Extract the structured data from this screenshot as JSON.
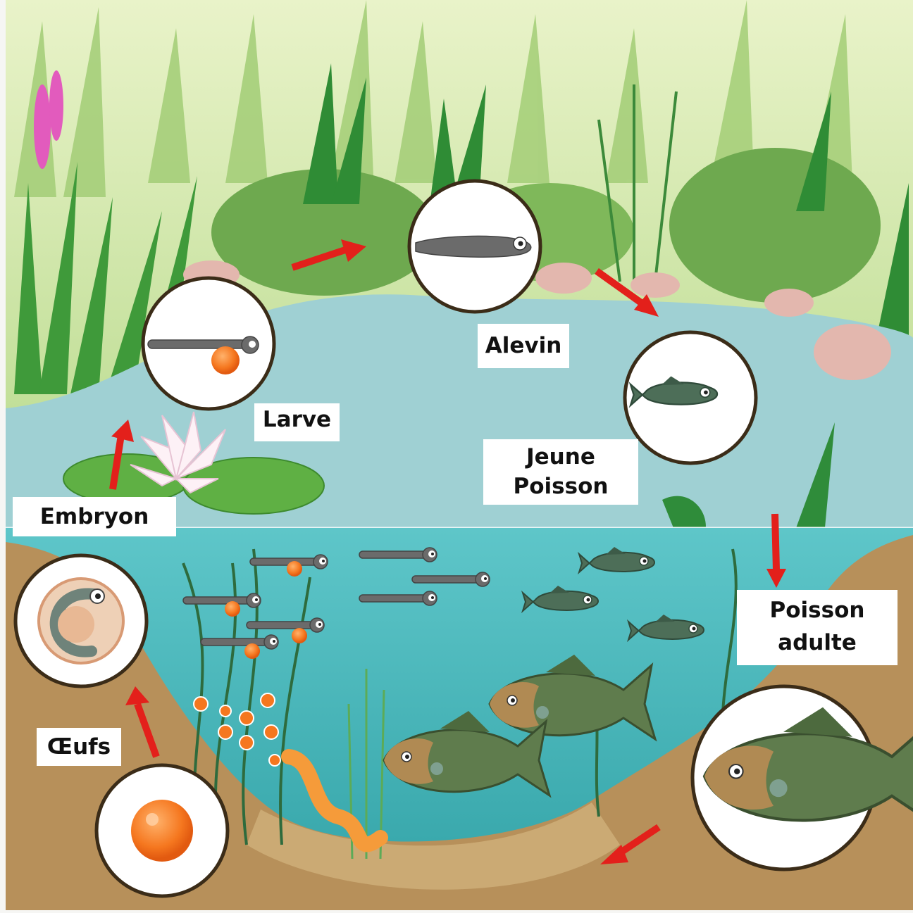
{
  "diagram": {
    "stages": [
      {
        "id": "oeufs",
        "label": "Œufs"
      },
      {
        "id": "embryon",
        "label": "Embryon"
      },
      {
        "id": "larve",
        "label": "Larve"
      },
      {
        "id": "alevin",
        "label": "Alevin"
      },
      {
        "id": "jeune",
        "label_lines": [
          "Jeune",
          "Poisson"
        ]
      },
      {
        "id": "adulte",
        "label_lines": [
          "Poisson",
          "adulte"
        ]
      }
    ],
    "colors": {
      "arrow": "#e3201b",
      "water": "#4cbcbf",
      "pond_surface": "#9fd0d3",
      "soil": "#b7905a",
      "grass": "#3f9a3a",
      "egg": "#f5771f",
      "fish": "#4d6e58"
    }
  }
}
